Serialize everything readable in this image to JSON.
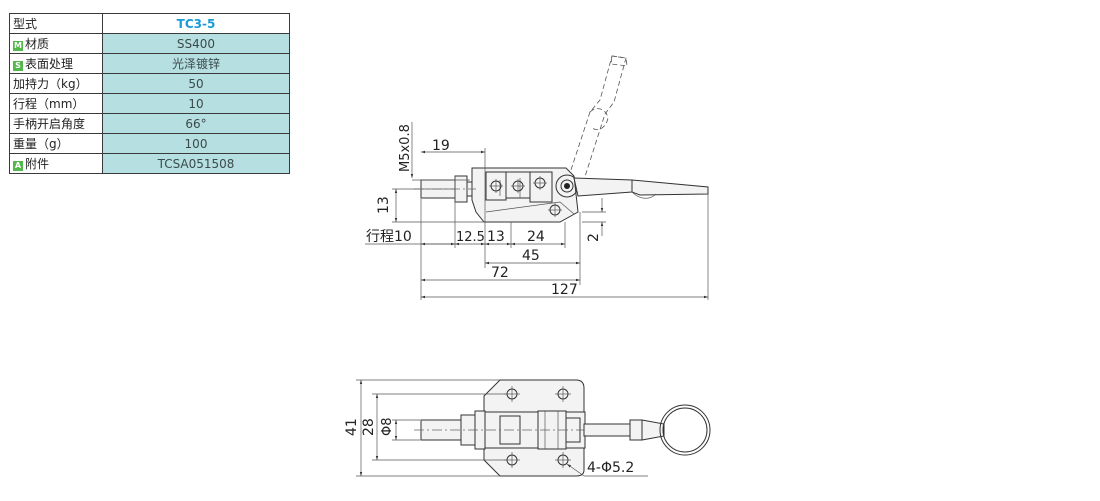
{
  "spec_table": {
    "rows": [
      {
        "label": "型式",
        "badge": "",
        "value": "TC3-5"
      },
      {
        "label": "材质",
        "badge": "M",
        "value": "SS400"
      },
      {
        "label": "表面处理",
        "badge": "S",
        "value": "光泽镀锌"
      },
      {
        "label": "加持力（kg）",
        "badge": "",
        "value": "50"
      },
      {
        "label": "行程（mm）",
        "badge": "",
        "value": "10"
      },
      {
        "label": "手柄开启角度",
        "badge": "",
        "value": "66°"
      },
      {
        "label": "重量（g）",
        "badge": "",
        "value": "100"
      },
      {
        "label": "附件",
        "badge": "A",
        "value": "TCSA051508"
      }
    ]
  },
  "side_view": {
    "dims": {
      "thread": "M5x0.8",
      "d19": "19",
      "d13v": "13",
      "stroke": "行程10",
      "d12_5": "12.5",
      "d13": "13",
      "d24": "24",
      "d2": "2",
      "d45": "45",
      "d72": "72",
      "d127": "127"
    }
  },
  "top_view": {
    "dims": {
      "d41": "41",
      "d28": "28",
      "d8": "Φ8",
      "holes": "4-Φ5.2"
    }
  },
  "colors": {
    "value_cell": "#b6dfe2",
    "model_text": "#1a9ad6",
    "badge": "#52b84a"
  }
}
